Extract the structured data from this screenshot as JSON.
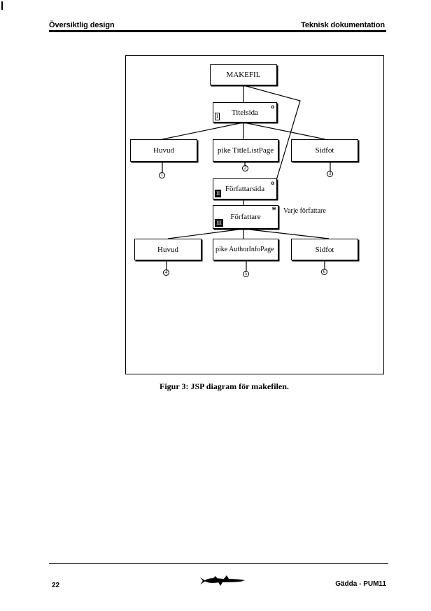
{
  "header": {
    "left": "Översiktlig design",
    "right": "Teknisk dokumentation"
  },
  "diagram": {
    "boxes": {
      "makefil": "MAKEFIL",
      "titelsida": "Titelsida",
      "huvud1": "Huvud",
      "pike_titlelist": "pike TitleListPage",
      "sidfot1": "Sidfot",
      "forfattarsida": "Författarsida",
      "forfattare": "Författare",
      "huvud2": "Huvud",
      "pike_authorinfo": "pike AuthorInfoPage",
      "sidfot2": "Sidfot"
    },
    "roman": {
      "titelsida": "I",
      "forfattarsida": "II",
      "forfattare": "III"
    },
    "markers": {
      "selection": "o",
      "iteration": "*"
    },
    "iteration_note": "Varje författare",
    "operations": [
      "1",
      "2",
      "3",
      "4",
      "5",
      "6"
    ]
  },
  "caption": "Figur 3:  JSP diagram för makefilen.",
  "footer": {
    "page_number": "22",
    "right": "Gädda - PUM11"
  }
}
